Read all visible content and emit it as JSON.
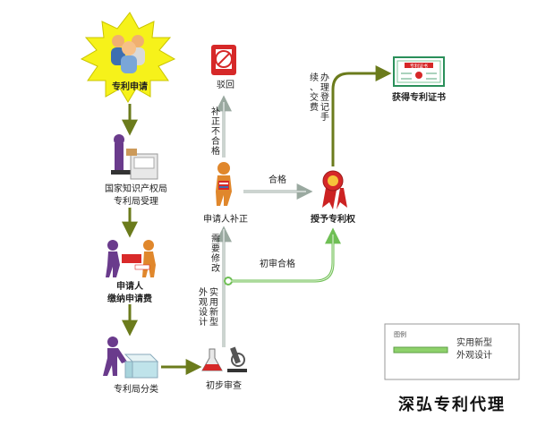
{
  "nodes": {
    "apply": "专利申请",
    "office_accept_line1": "国家知识产权局",
    "office_accept_line2": "专利局受理",
    "pay_line1": "申请人",
    "pay_line2": "缴纳申请费",
    "classify": "专利局分类",
    "prelim_exam": "初步审查",
    "applicant_correct": "申请人补正",
    "reject": "驳回",
    "grant": "授予专利权",
    "certificate": "获得专利证书"
  },
  "edges": {
    "not_qualified": "补正不合格",
    "qualified": "合格",
    "need_modify": "需要修改",
    "utility_design": "实用新型外观设计",
    "prelim_pass": "初审合格",
    "register": "办理登记手续、交费"
  },
  "certificate_caption": "专利证书",
  "legend": {
    "title": "图例",
    "entry": "实用新型外观设计"
  },
  "brand": "深弘专利代理",
  "colors": {
    "arrow_olive": "#6b7b1c",
    "legend_green": "#8ed16b",
    "starburst": "#f6f21a"
  }
}
